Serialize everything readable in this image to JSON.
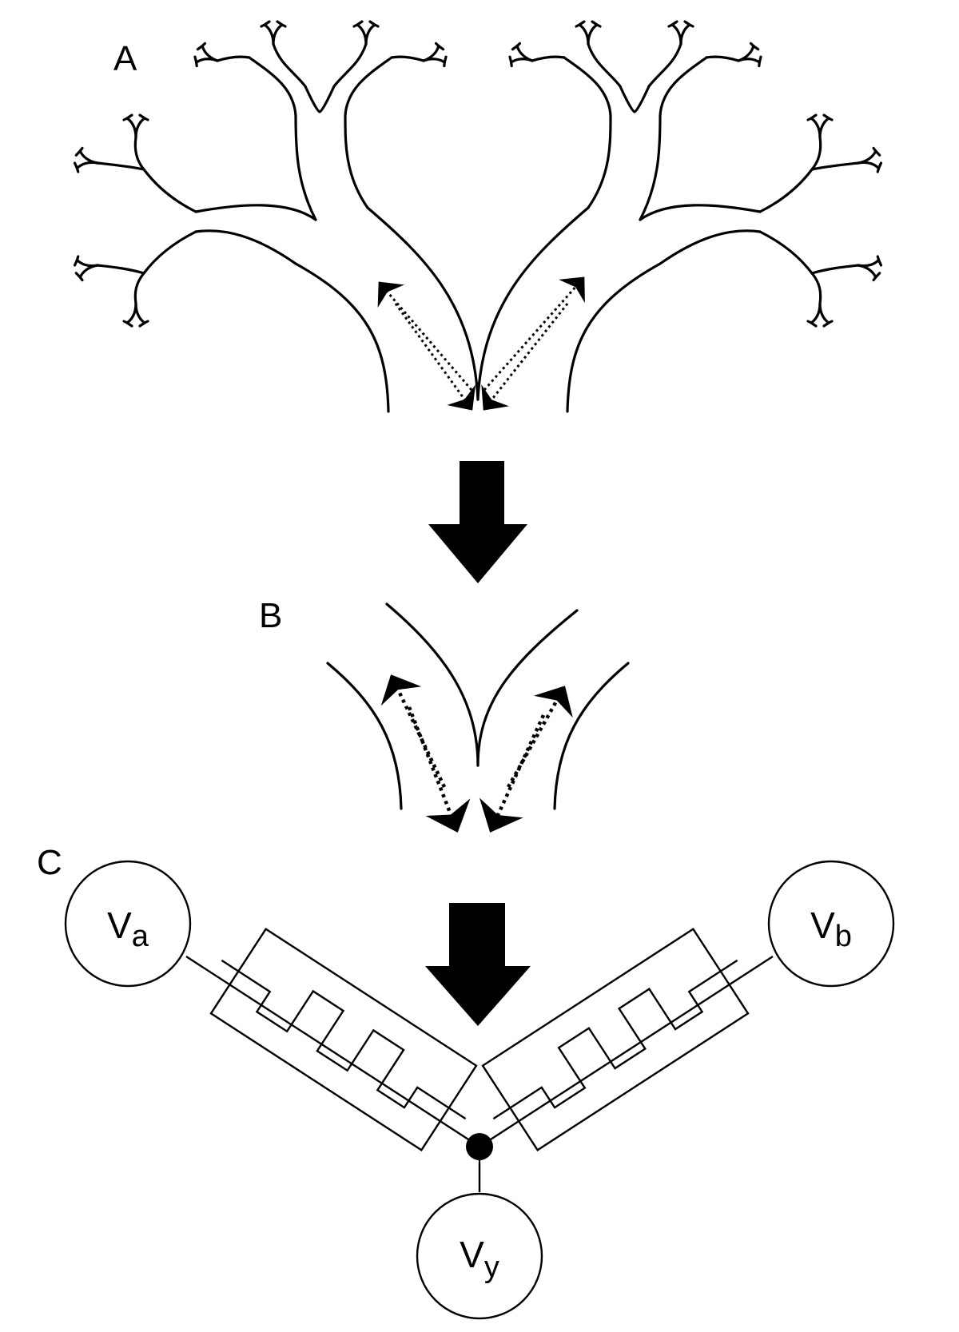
{
  "panels": {
    "a": {
      "label": "A"
    },
    "b": {
      "label": "B"
    },
    "c": {
      "label": "C"
    }
  },
  "nodes": {
    "va": {
      "main": "V",
      "sub": "a"
    },
    "vb": {
      "main": "V",
      "sub": "b"
    },
    "vy": {
      "main": "V",
      "sub": "y"
    }
  },
  "icons": {
    "flow_arrow": "down-arrow-icon",
    "resistor": "resistor-icon"
  },
  "colors": {
    "ink": "#000000",
    "background": "#ffffff"
  }
}
